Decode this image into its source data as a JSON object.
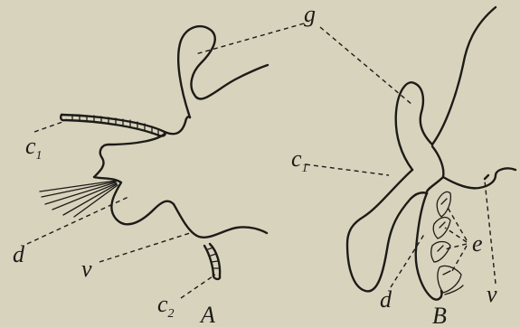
{
  "figure": {
    "panel_a": {
      "panel_label": "A",
      "labels": {
        "c1": {
          "letter": "c",
          "sub": "1"
        },
        "d": "d",
        "v": "v",
        "c2": {
          "letter": "c",
          "sub": "2"
        }
      }
    },
    "panel_b": {
      "panel_label": "B",
      "labels": {
        "c1": {
          "letter": "c",
          "sub": "1"
        },
        "d": "d",
        "e": "e",
        "v": "v"
      }
    },
    "shared_labels": {
      "g": "g"
    }
  }
}
